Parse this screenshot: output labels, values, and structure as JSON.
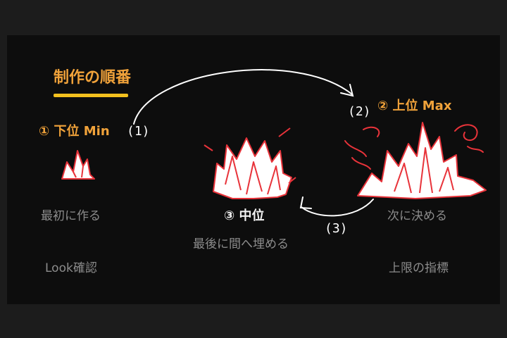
{
  "title": "制作の順番",
  "colors": {
    "accent": "#f0a23a",
    "underline": "#f2c01e",
    "crystal": "#e8333a"
  },
  "nodes": [
    {
      "label": "① 下位 Min",
      "desc": "最初に作る",
      "desc2": "Look確認",
      "icon": "small-crystal-icon"
    },
    {
      "label": "② 上位 Max",
      "desc": "次に決める",
      "desc2": "上限の指標",
      "icon": "large-crystal-icon"
    },
    {
      "label": "③ 中位",
      "desc": "最後に間へ埋める",
      "icon": "medium-crystal-icon"
    }
  ],
  "arrows": [
    {
      "mark": "(1)"
    },
    {
      "mark": "(2)"
    },
    {
      "mark": "(3)"
    }
  ]
}
